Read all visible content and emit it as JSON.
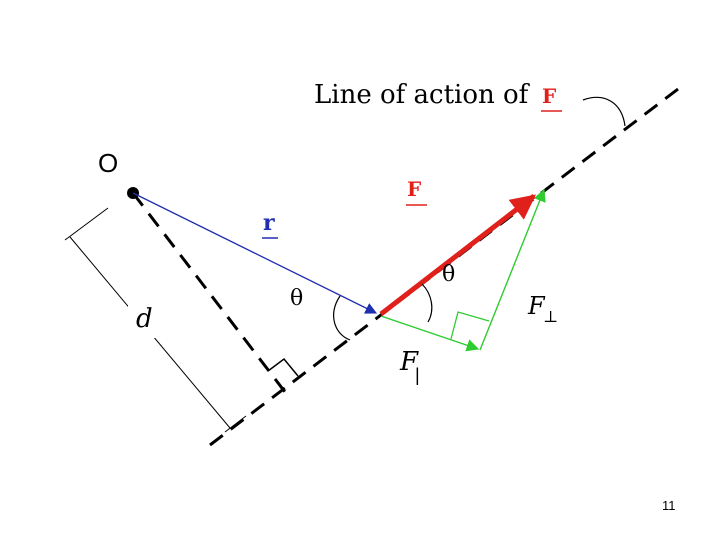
{
  "diagram": {
    "title_prefix": "Line of action of",
    "title_vector": "F",
    "origin_label": "O",
    "distance_label": "d",
    "r_label": "r",
    "force_label": "F",
    "theta_label": "θ",
    "f_perp_label": "F",
    "f_perp_sub": "⊥",
    "f_par_label": "F",
    "f_par_sub": "|",
    "colors": {
      "force": "#e0201b",
      "position": "#1f2fb0",
      "components": "#2ecc2e",
      "line": "#000000"
    }
  },
  "page_number": "11"
}
